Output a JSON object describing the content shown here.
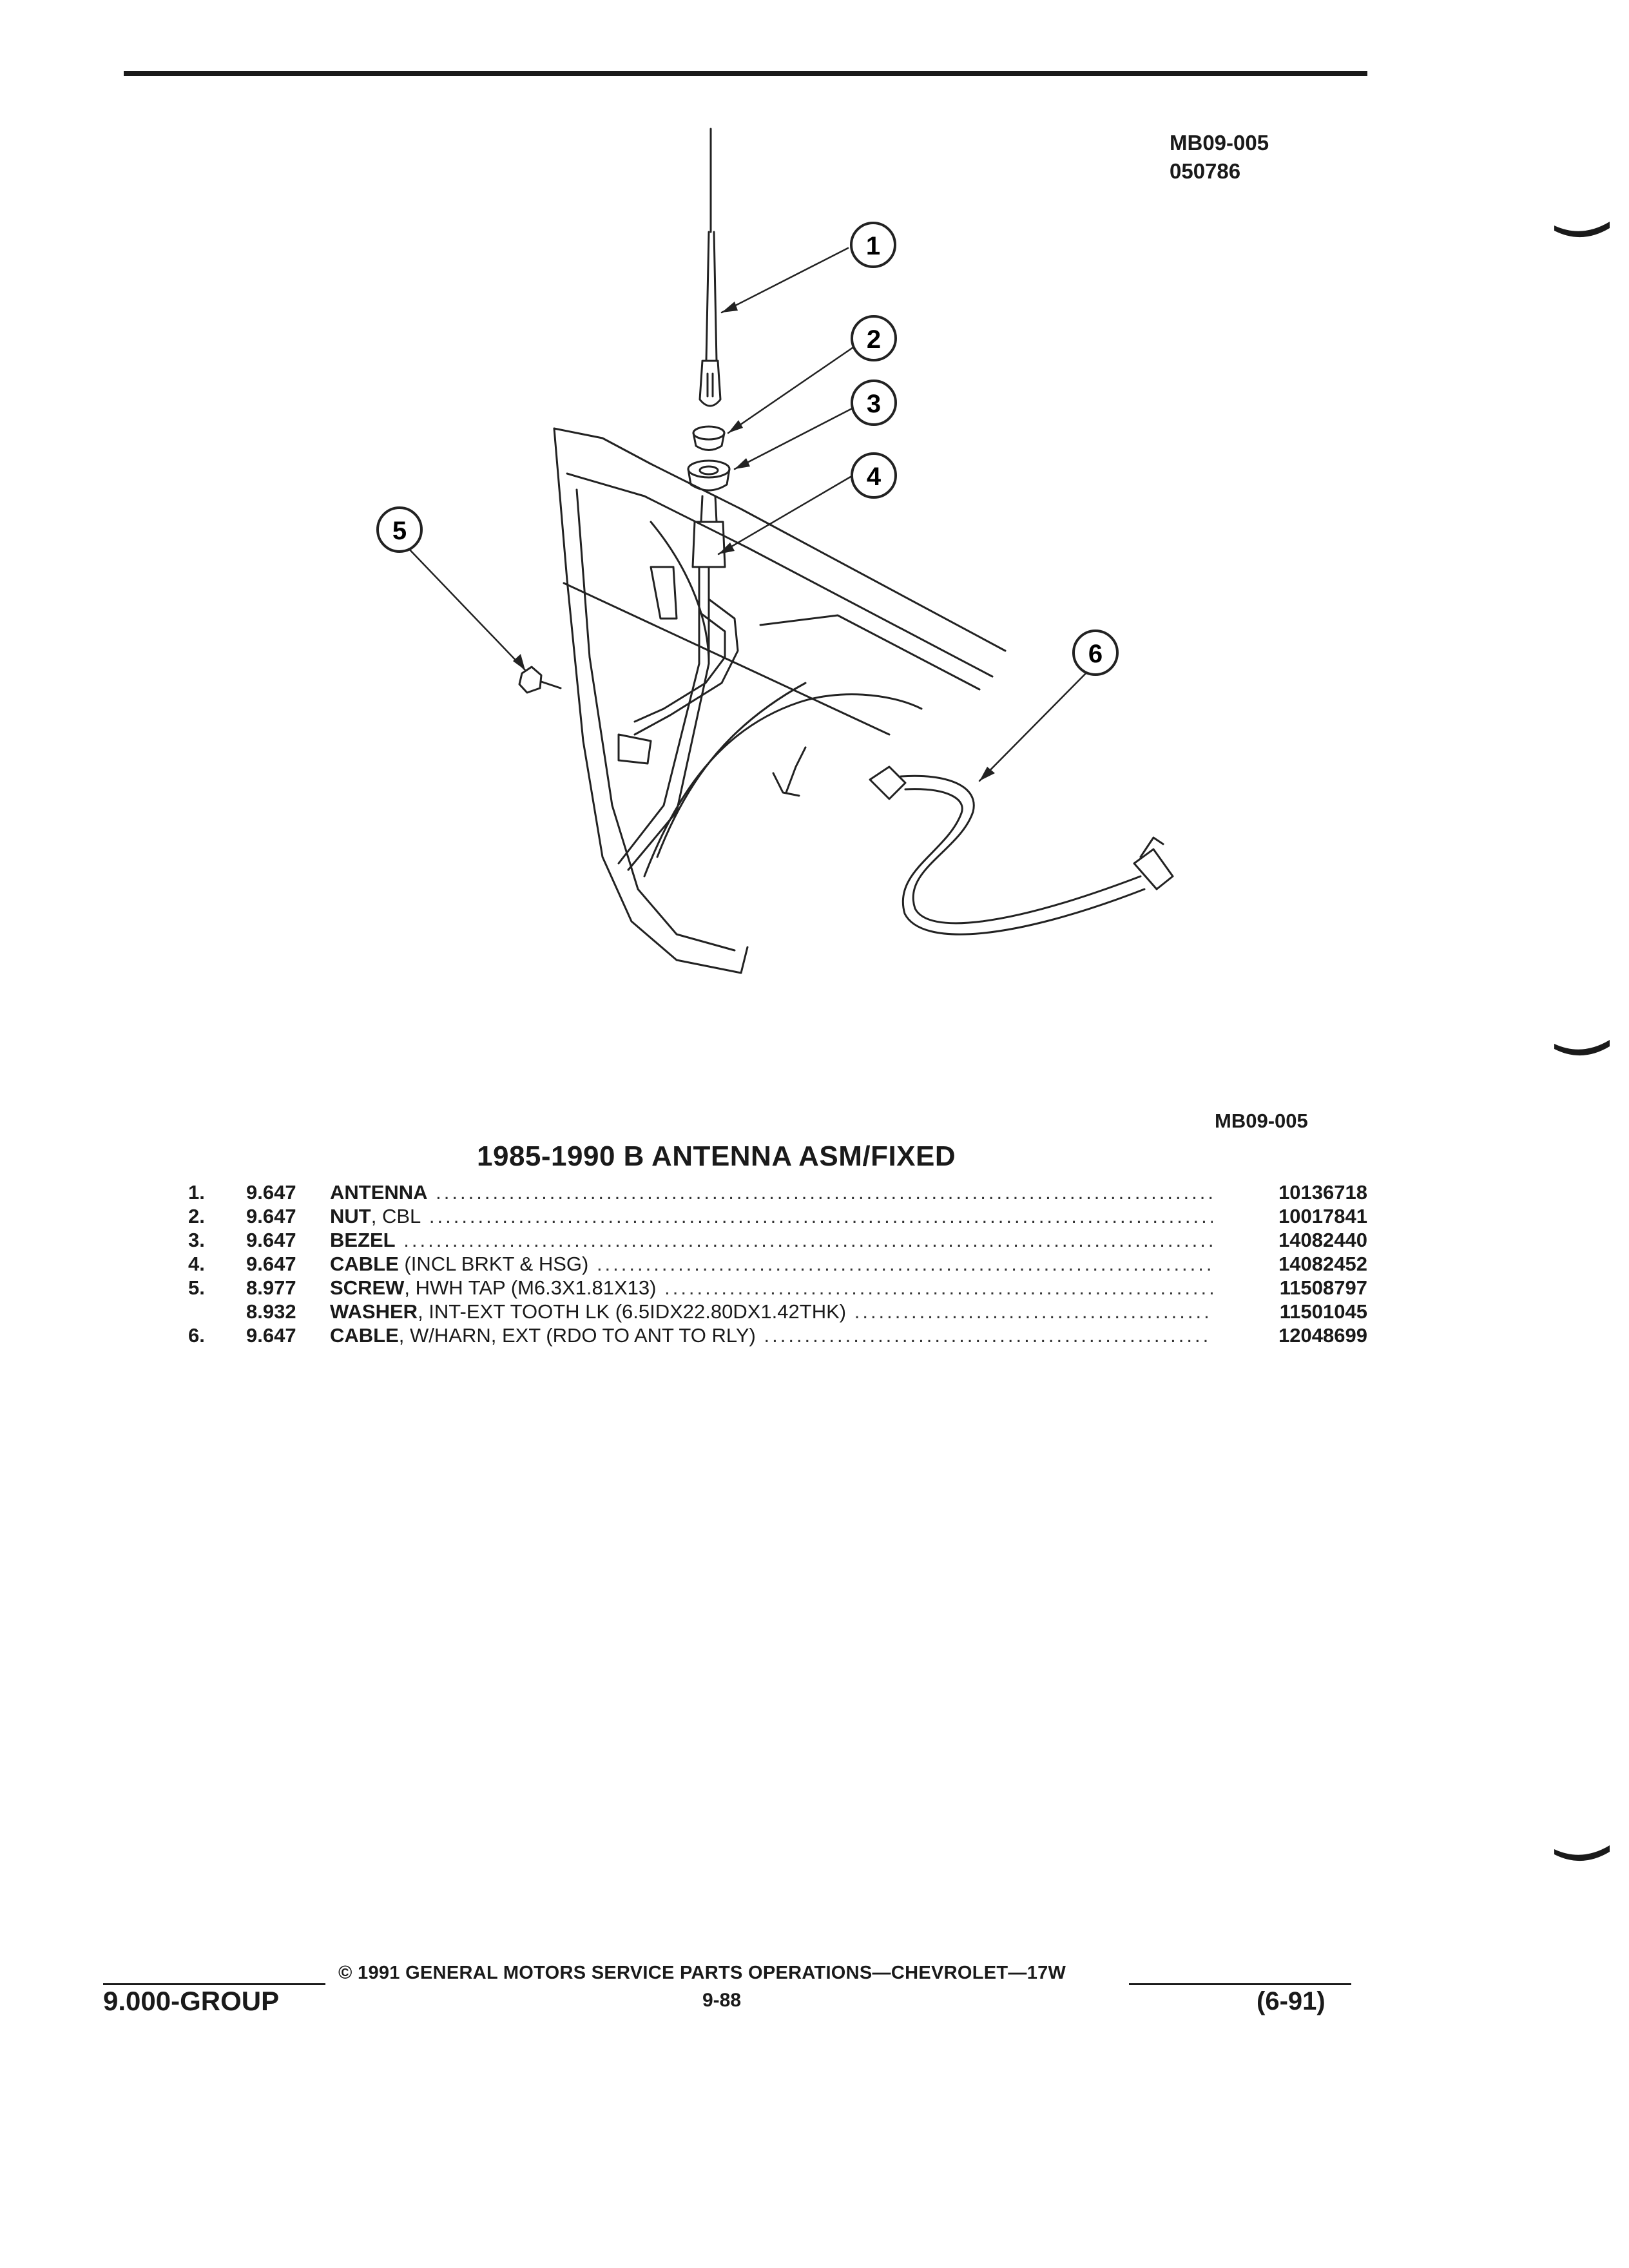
{
  "header": {
    "ref_code_1": "MB09-005",
    "ref_code_2": "050786"
  },
  "callouts": [
    "1",
    "2",
    "3",
    "4",
    "5",
    "6"
  ],
  "figure_label": "MB09-005",
  "title": "1985-1990 B ANTENNA ASM/FIXED",
  "parts": [
    {
      "num": "1.",
      "group": "9.647",
      "name": "ANTENNA",
      "detail": "",
      "part_no": "10136718"
    },
    {
      "num": "2.",
      "group": "9.647",
      "name": "NUT",
      "detail": ", CBL",
      "part_no": "10017841"
    },
    {
      "num": "3.",
      "group": "9.647",
      "name": "BEZEL",
      "detail": "",
      "part_no": "14082440"
    },
    {
      "num": "4.",
      "group": "9.647",
      "name": "CABLE",
      "detail": " (INCL BRKT & HSG)",
      "part_no": "14082452"
    },
    {
      "num": "5.",
      "group": "8.977",
      "name": "SCREW",
      "detail": ", HWH TAP (M6.3X1.81X13)",
      "part_no": "11508797"
    },
    {
      "num": "",
      "group": "8.932",
      "name": "WASHER",
      "detail": ", INT-EXT TOOTH LK (6.5IDX22.80DX1.42THK)",
      "part_no": "11501045"
    },
    {
      "num": "6.",
      "group": "9.647",
      "name": "CABLE",
      "detail": ", W/HARN, EXT (RDO TO ANT TO RLY)",
      "part_no": "12048699"
    }
  ],
  "footer": {
    "group": "9.000-GROUP",
    "copyright": "© 1991 GENERAL MOTORS SERVICE PARTS OPERATIONS—CHEVROLET—17W",
    "page": "9-88",
    "date": "(6-91)"
  }
}
